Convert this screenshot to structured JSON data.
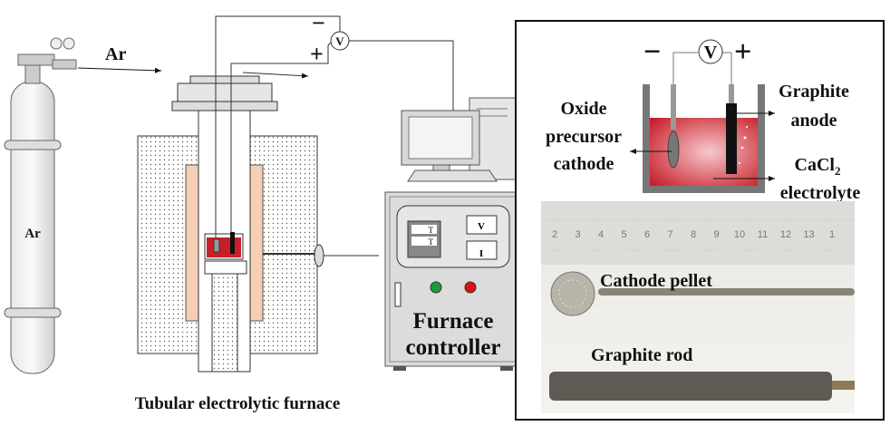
{
  "labels": {
    "ar_flow": "Ar",
    "ar_cylinder": "Ar",
    "minus": "−",
    "plus": "+",
    "voltmeter": "V",
    "furnace_title": "Tubular electrolytic furnace",
    "controller_line1": "Furnace",
    "controller_line2": "controller",
    "display_t1": "T",
    "display_t2": "T",
    "meter_v": "V",
    "meter_i": "I"
  },
  "inset": {
    "minus": "−",
    "plus": "+",
    "voltmeter": "V",
    "graphite_anode_1": "Graphite",
    "graphite_anode_2": "anode",
    "cathode_1": "Oxide",
    "cathode_2": "precursor",
    "cathode_3": "cathode",
    "electrolyte_formula": "CaCl",
    "electrolyte_sub": "2",
    "electrolyte_word": "electrolyte",
    "ruler_numbers": [
      "2",
      "3",
      "4",
      "5",
      "6",
      "7",
      "8",
      "9",
      "10",
      "11",
      "12",
      "13",
      "1"
    ],
    "photo_label_pellet": "Cathode pellet",
    "photo_label_rod": "Graphite rod"
  },
  "colors": {
    "electrolyte": "#c8202a",
    "heater": "#f5cfb4",
    "led_green": "#1a9c3a",
    "led_red": "#e01010",
    "cabinet": "#dcdcdc"
  }
}
